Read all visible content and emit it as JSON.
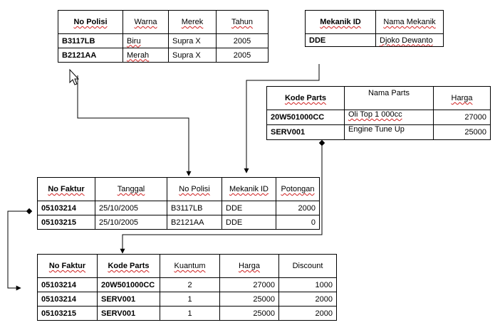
{
  "kendaraan": {
    "headers": [
      "No Polisi",
      "Warna",
      "Merek",
      "Tahun"
    ],
    "rows": [
      [
        "B3117LB",
        "Biru",
        "Supra X",
        "2005"
      ],
      [
        "B2121AA",
        "Merah",
        "Supra X",
        "2005"
      ]
    ]
  },
  "mekanik": {
    "headers": [
      "Mekanik ID",
      "Nama Mekanik"
    ],
    "rows": [
      [
        "DDE",
        "Djoko Dewanto"
      ]
    ]
  },
  "parts": {
    "headers": [
      "Kode Parts",
      "Nama Parts",
      "Harga"
    ],
    "rows": [
      [
        "20W501000CC",
        "Oli Top 1 000cc",
        "27000"
      ],
      [
        "SERV001",
        "Engine Tune Up",
        "25000"
      ]
    ]
  },
  "faktur": {
    "headers": [
      "No Faktur",
      "Tanggal",
      "No Polisi",
      "Mekanik ID",
      "Potongan"
    ],
    "rows": [
      [
        "05103214",
        "25/10/2005",
        "B3117LB",
        "DDE",
        "2000"
      ],
      [
        "05103215",
        "25/10/2005",
        "B2121AA",
        "DDE",
        "0"
      ]
    ]
  },
  "detail": {
    "headers": [
      "No Faktur",
      "Kode Parts",
      "Kuantum",
      "Harga",
      "Discount"
    ],
    "rows": [
      [
        "05103214",
        "20W501000CC",
        "2",
        "27000",
        "1000"
      ],
      [
        "05103214",
        "SERV001",
        "1",
        "25000",
        "2000"
      ],
      [
        "05103215",
        "SERV001",
        "1",
        "25000",
        "2000"
      ]
    ]
  }
}
